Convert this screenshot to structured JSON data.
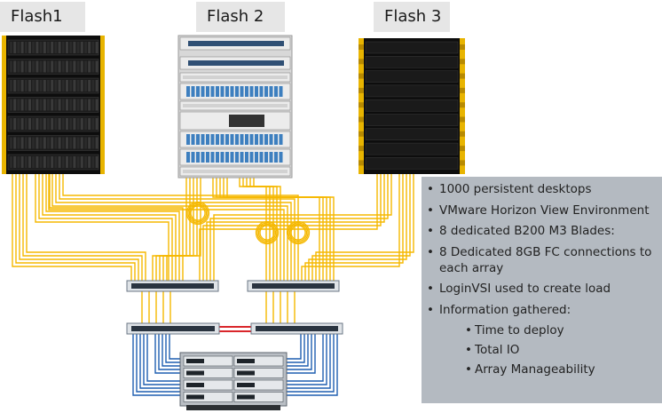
{
  "labels": {
    "flash1": "Flash1",
    "flash2": "Flash 2",
    "flash3": "Flash 3"
  },
  "info": {
    "items": [
      "1000 persistent desktops",
      "VMware Horizon View Environment",
      "8 dedicated B200 M3 Blades:",
      "8 Dedicated 8GB FC connections to each array",
      "LoginVSI used to create load",
      "Information gathered:"
    ],
    "subitems": [
      "Time to deploy",
      "Total IO",
      "Array Manageability"
    ]
  },
  "colors": {
    "fc_cable": "#f5b800",
    "ethernet_cable": "#1f5fb0",
    "interlink": "#d9262b",
    "panel": "#b4bac1"
  }
}
